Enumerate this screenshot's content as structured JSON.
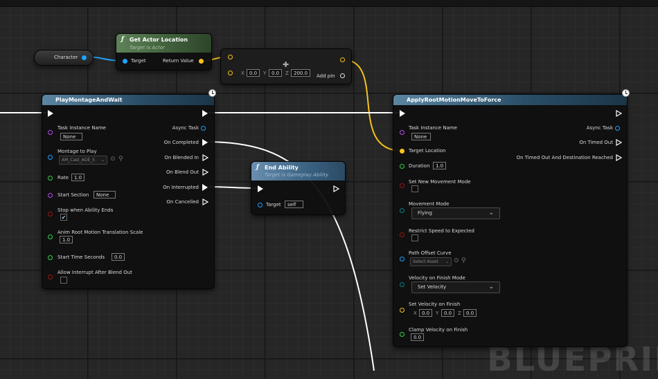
{
  "colors": {
    "object_pin": "#1ea3ff",
    "vector_pin": "#f7c21a",
    "struct_pin": "#b64ef2",
    "float_pin": "#36d24a",
    "bool_pin": "#9a1515",
    "enum_pin": "#0b7f7f",
    "exec_wire": "#ffffff"
  },
  "watermark": "BLUEPRINT",
  "character_node": {
    "label": "Character"
  },
  "get_actor_location": {
    "title": "Get Actor Location",
    "subtitle": "Target is Actor",
    "target_label": "Target",
    "return_label": "Return Value"
  },
  "make_vector": {
    "x_label": "X",
    "x_value": "0.0",
    "y_label": "Y",
    "y_value": "0.0",
    "z_label": "Z",
    "z_value": "200.0",
    "add_pin_label": "Add pin"
  },
  "play_montage": {
    "title": "PlayMontageAndWait",
    "task_instance_label": "Task Instance Name",
    "task_instance_value": "None",
    "montage_label": "Montage to Play",
    "montage_value": "AM_Cast_AOE_S",
    "rate_label": "Rate",
    "rate_value": "1.0",
    "start_section_label": "Start Section",
    "start_section_value": "None",
    "stop_label": "Stop when Ability Ends",
    "translation_label": "Anim Root Motion Translation Scale",
    "translation_value": "1.0",
    "start_time_label": "Start Time Seconds",
    "start_time_value": "0.0",
    "allow_interrupt_label": "Allow Interrupt After Blend Out",
    "outputs": {
      "async_task": "Async Task",
      "on_completed": "On Completed",
      "on_blended_in": "On Blended In",
      "on_blend_out": "On Blend Out",
      "on_interrupted": "On Interrupted",
      "on_cancelled": "On Cancelled"
    }
  },
  "end_ability": {
    "title": "End Ability",
    "subtitle": "Target is Gameplay Ability",
    "target_label": "Target",
    "target_value": "self"
  },
  "root_motion": {
    "title": "ApplyRootMotionMoveToForce",
    "task_instance_label": "Task Instance Name",
    "task_instance_value": "None",
    "target_location_label": "Target Location",
    "duration_label": "Duration",
    "duration_value": "1.0",
    "set_new_movement_label": "Set New Movement Mode",
    "movement_mode_label": "Movement Mode",
    "movement_mode_value": "Flying",
    "restrict_speed_label": "Restrict Speed to Expected",
    "path_offset_label": "Path Offset Curve",
    "path_offset_value": "Select Asset",
    "velocity_finish_mode_label": "Velocity on Finish Mode",
    "velocity_finish_mode_value": "Set Velocity",
    "set_velocity_label": "Set Velocity on Finish",
    "sv_x_label": "X",
    "sv_x": "0.0",
    "sv_y_label": "Y",
    "sv_y": "0.0",
    "sv_z_label": "Z",
    "sv_z": "0.0",
    "clamp_velocity_label": "Clamp Velocity on Finish",
    "clamp_velocity_value": "0.0",
    "outputs": {
      "async_task": "Async Task",
      "on_timed_out": "On Timed Out",
      "on_timed_out_reached": "On Timed Out And Destination Reached"
    }
  }
}
